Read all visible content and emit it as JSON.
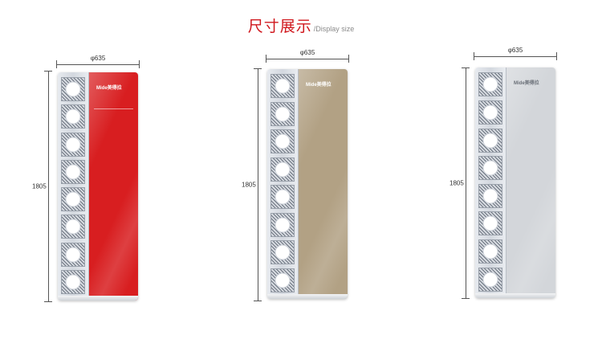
{
  "heading": {
    "title": "尺寸展示",
    "subtitle": "/Display size"
  },
  "units": [
    {
      "width_label": "φ635",
      "height_label": "1805",
      "brand": "Mide美得拉",
      "panel_color": "#d81e20",
      "brand_color": "#ffffff"
    },
    {
      "width_label": "φ635",
      "height_label": "1805",
      "brand": "Mide美得拉",
      "panel_color": "#b2a184",
      "brand_color": "#ffffff"
    },
    {
      "width_label": "φ635",
      "height_label": "1805",
      "brand": "Mide美得拉",
      "panel_color": "#d3d6da",
      "brand_color": "#6b7078"
    }
  ]
}
